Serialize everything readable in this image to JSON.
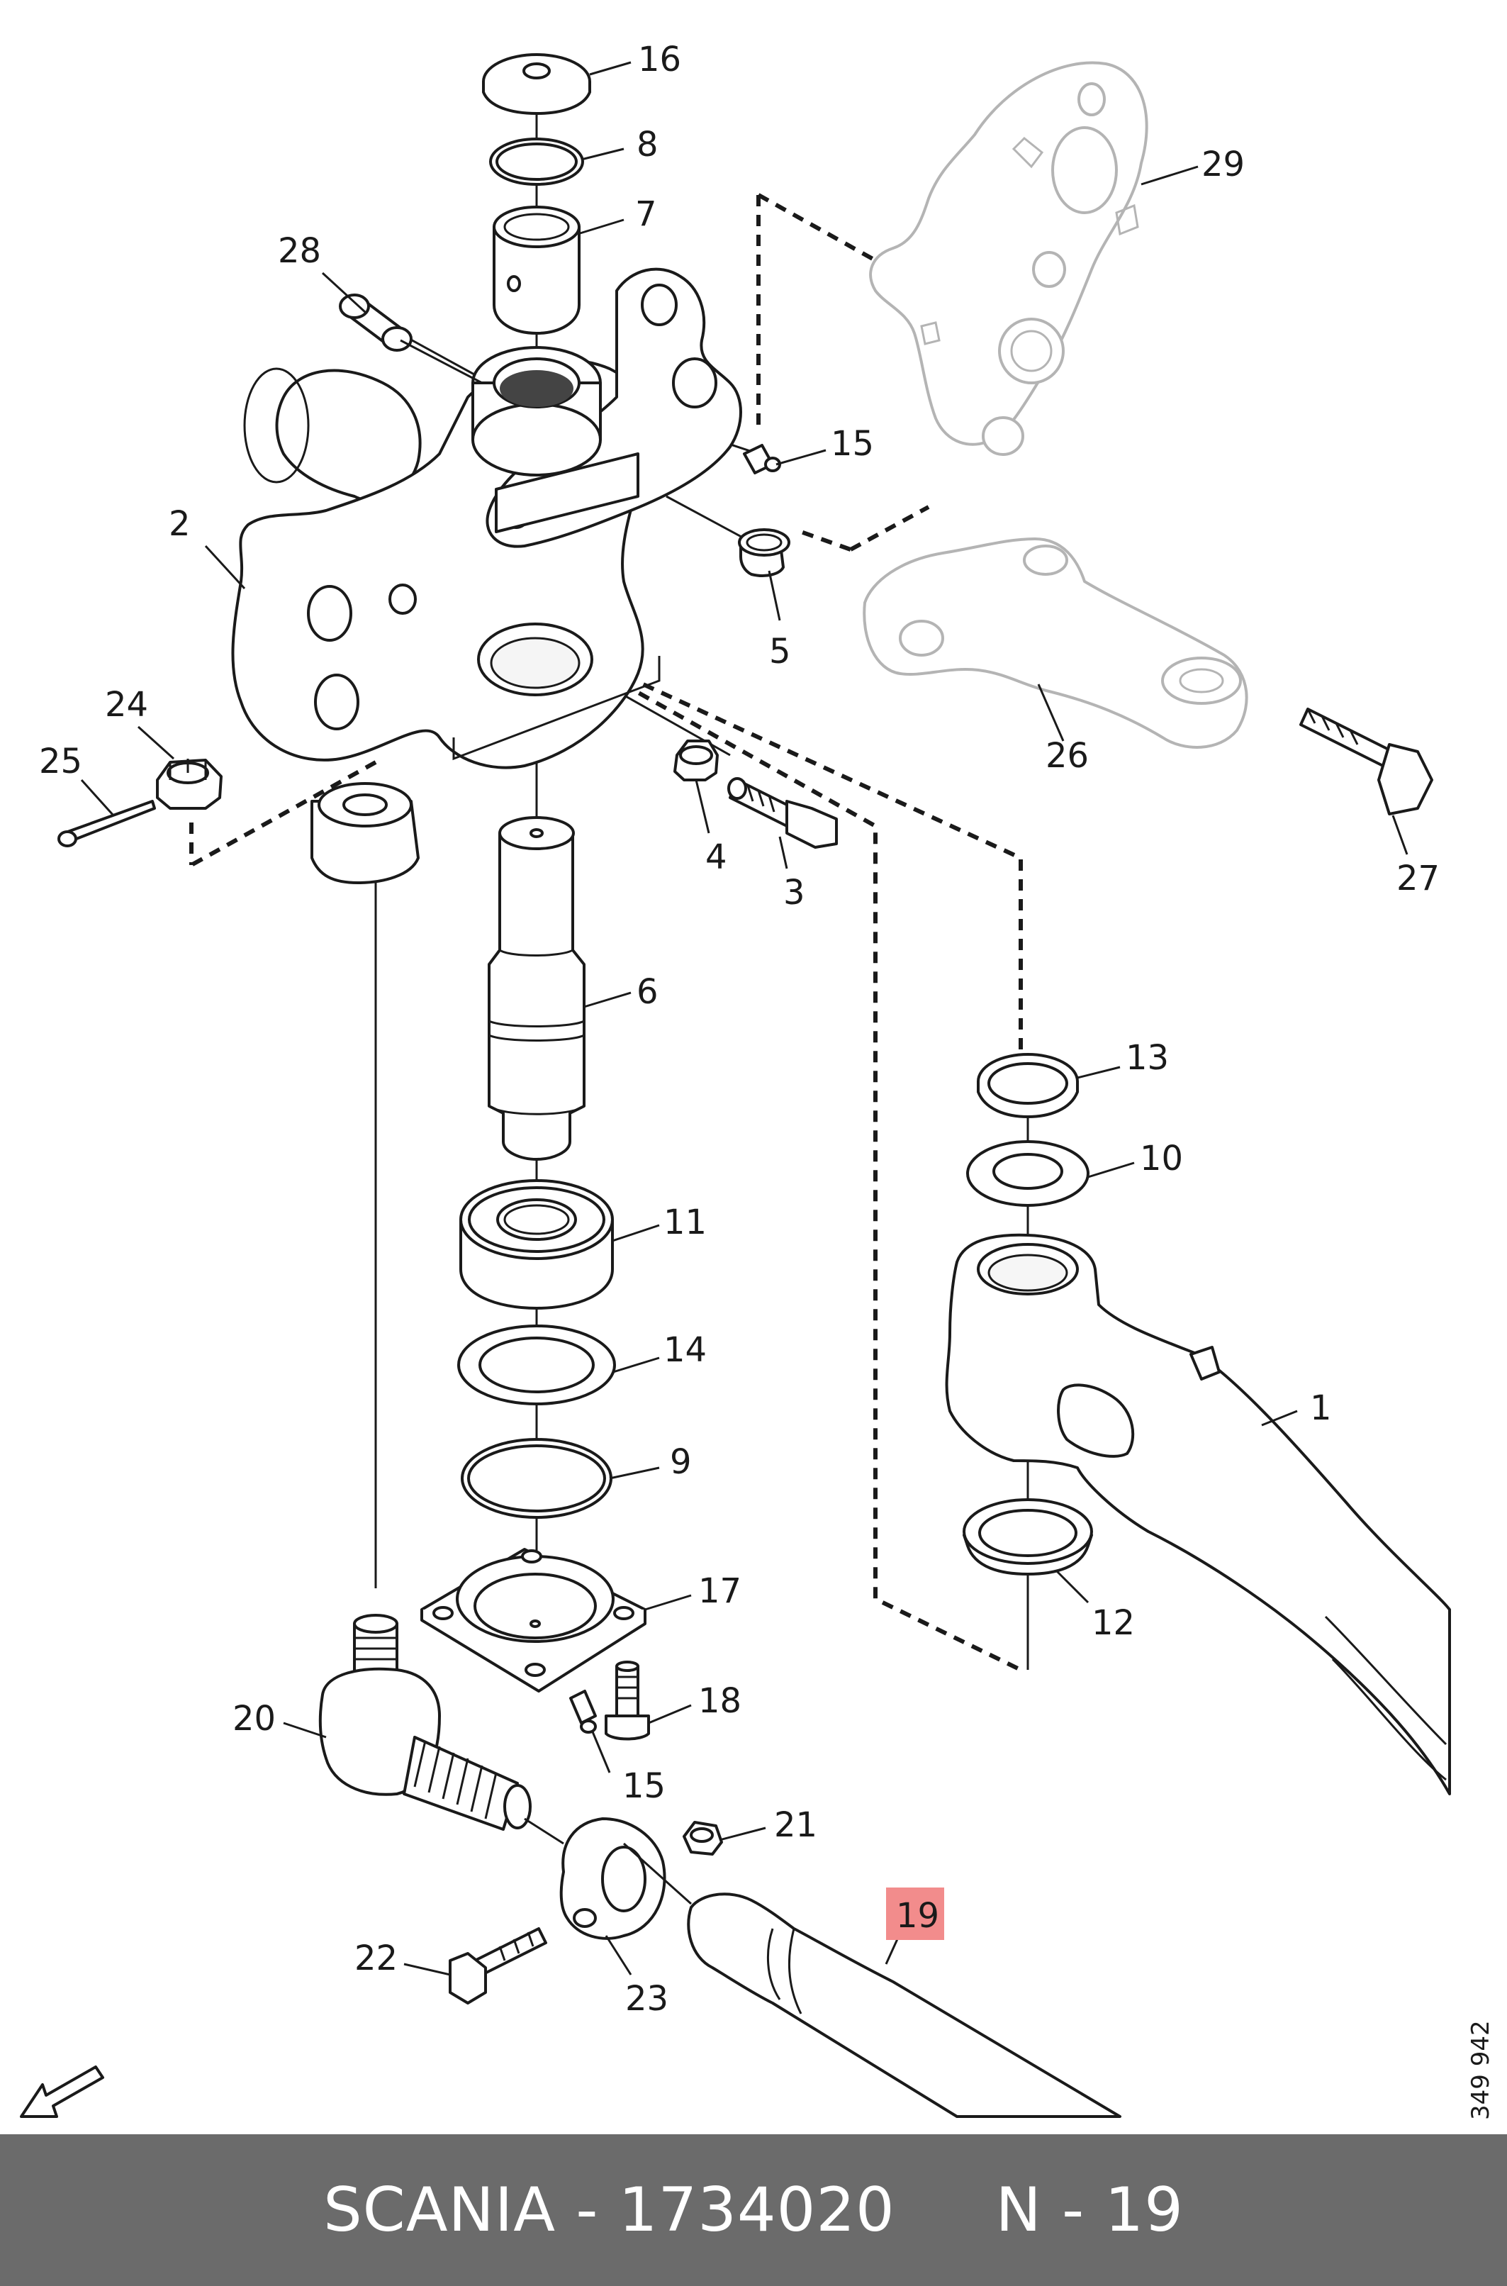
{
  "callouts": [
    {
      "id": "c16",
      "text": "16"
    },
    {
      "id": "c8",
      "text": "8"
    },
    {
      "id": "c7",
      "text": "7"
    },
    {
      "id": "c28",
      "text": "28"
    },
    {
      "id": "c29",
      "text": "29"
    },
    {
      "id": "c15a",
      "text": "15"
    },
    {
      "id": "c2",
      "text": "2"
    },
    {
      "id": "c5",
      "text": "5"
    },
    {
      "id": "c26",
      "text": "26"
    },
    {
      "id": "c24",
      "text": "24"
    },
    {
      "id": "c25",
      "text": "25"
    },
    {
      "id": "c4",
      "text": "4"
    },
    {
      "id": "c3",
      "text": "3"
    },
    {
      "id": "c27",
      "text": "27"
    },
    {
      "id": "c6",
      "text": "6"
    },
    {
      "id": "c13",
      "text": "13"
    },
    {
      "id": "c10",
      "text": "10"
    },
    {
      "id": "c11",
      "text": "11"
    },
    {
      "id": "c14",
      "text": "14"
    },
    {
      "id": "c1",
      "text": "1"
    },
    {
      "id": "c9",
      "text": "9"
    },
    {
      "id": "c17",
      "text": "17"
    },
    {
      "id": "c12",
      "text": "12"
    },
    {
      "id": "c20",
      "text": "20"
    },
    {
      "id": "c18",
      "text": "18"
    },
    {
      "id": "c15b",
      "text": "15"
    },
    {
      "id": "c21",
      "text": "21"
    },
    {
      "id": "c19",
      "text": "19",
      "highlighted": true
    },
    {
      "id": "c22",
      "text": "22"
    },
    {
      "id": "c23",
      "text": "23"
    }
  ],
  "drawing_ref": "349 942",
  "footer": {
    "text": "SCANIA - 1734020     N - 19"
  },
  "colors": {
    "highlight": "#f28c8c",
    "footer_bg": "#6b6b6b",
    "ghost": "#b4b4b4"
  }
}
